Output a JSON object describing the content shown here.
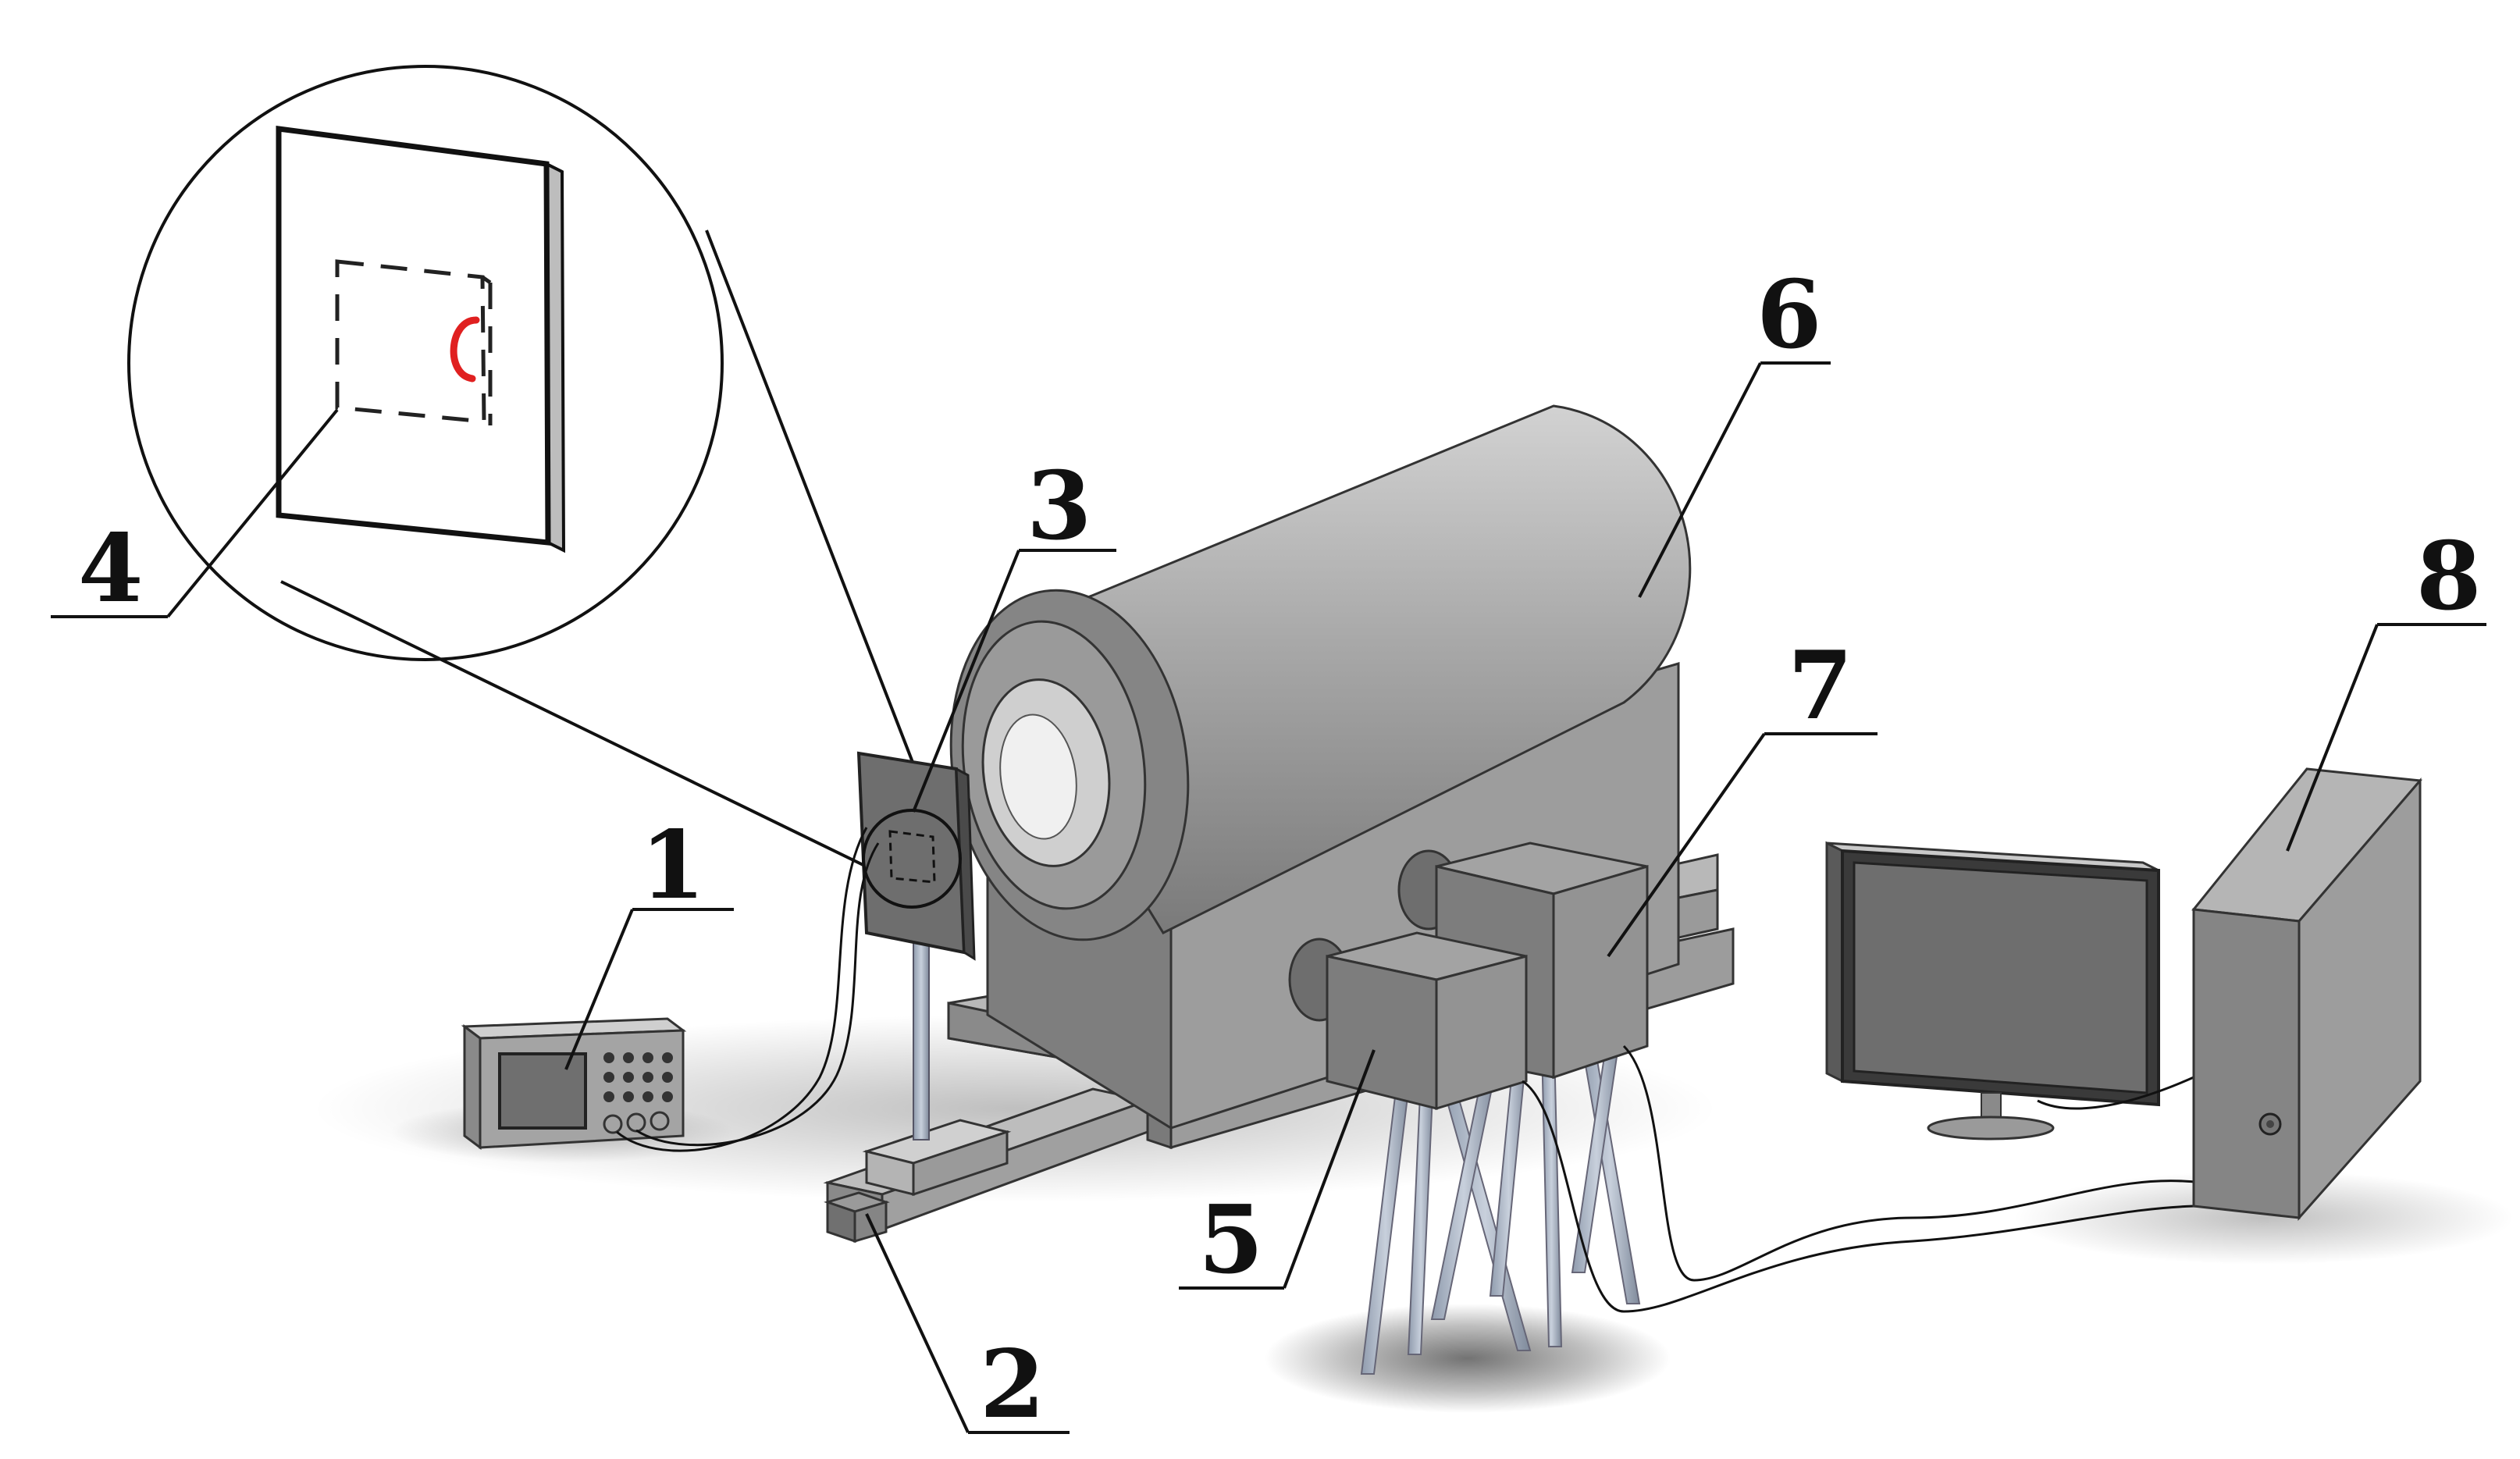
{
  "diagram": {
    "labels": {
      "l1": "1",
      "l2": "2",
      "l3": "3",
      "l4": "4",
      "l5": "5",
      "l6": "6",
      "l7": "7",
      "l8": "8"
    },
    "colors": {
      "background": "#ffffff",
      "line": "#111111",
      "highlight": "#e02020"
    }
  }
}
